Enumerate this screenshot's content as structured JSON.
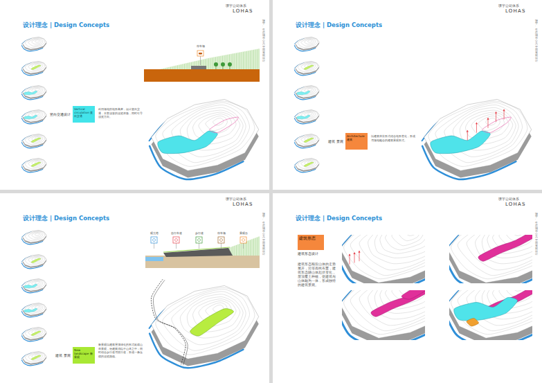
{
  "diagram": {
    "nodes": [
      {
        "text": [
          "Vertical circulation 竖向交通",
          "竖向交通设计"
        ]
      },
      {
        "text": [
          "Architecture 建筑",
          "建筑 景观"
        ]
      },
      {
        "text": [
          "New landscape 新景观",
          "建筑 景观"
        ]
      },
      {
        "text": [
          "建筑形态",
          "建筑形态设计"
        ]
      }
    ],
    "labels": [
      "璞宇公司体系",
      "LOHAS",
      "骊宇·生态城市公共空间景观设计",
      "设计理念 | Design Concepts",
      "利用场地的地形高差，设计竖向交通，丰富游客的游览体验，同时引导游览方向。",
      "停车场",
      "璞宇公司体系",
      "LOHAS",
      "骊宇·生态城市公共空间景观设计",
      "设计理念 | Design Concepts",
      "以建筑体块形式结合地形变化，形成与场地融合的建筑景观形式。",
      "璞宇公司体系",
      "LOHAS",
      "骊宇·生态城市公共空间景观设计",
      "设计理念 | Design Concepts",
      "观光塔",
      "自行车道",
      "步行道",
      "停车场",
      "景观台",
      "新景观以建筑屋顶绿化的形式延续山体景观，使建筑消隐于山体之中；同时结合步行道与骑行道，形成一条连续的游览路线。",
      "璞宇公司体系",
      "LOHAS",
      "骊宇·生态城市公共空间景观设计",
      "设计理念 | Design Concepts",
      "建筑形态顺应山体的走势展开，沿等高线布置，建筑形态随山体起伏变化，屋顶覆土种植，使建筑与山体融为一体，形成独特的建筑景观。"
    ]
  }
}
